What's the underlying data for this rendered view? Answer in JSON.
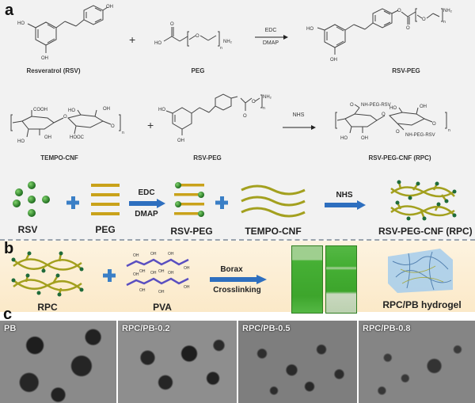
{
  "figure": {
    "panels": {
      "a": {
        "label": "a",
        "reaction1": {
          "reactant1": "Resveratrol (RSV)",
          "plus": "+",
          "reactant2": "PEG",
          "reagent_top": "EDC",
          "reagent_bottom": "DMAP",
          "product": "RSV-PEG",
          "atoms": {
            "oh": "OH",
            "ho": "HO",
            "nh2": "NH₂",
            "o": "O",
            "n": "n"
          }
        },
        "reaction2": {
          "reactant1": "TEMPO-CNF",
          "plus": "+",
          "reactant2": "RSV-PEG",
          "reagent": "NHS",
          "product": "RSV-PEG-CNF (RPC)",
          "atoms": {
            "cooh": "COOH",
            "hooc": "HOOC",
            "oh": "OH",
            "ho": "HO",
            "amide": "NH-PEG-RSV",
            "o": "O",
            "n": "n"
          }
        },
        "schematic": {
          "items": [
            "RSV",
            "PEG",
            "RSV-PEG",
            "TEMPO-CNF",
            "RSV-PEG-CNF (RPC)"
          ],
          "arrow1_top": "EDC",
          "arrow1_bottom": "DMAP",
          "arrow2_top": "NHS"
        }
      },
      "b": {
        "label": "b",
        "items": [
          "RPC",
          "PVA",
          "RPC/PB hydrogel"
        ],
        "arrow_top": "Borax",
        "arrow_bottom": "Crosslinking",
        "pva_oh": "OH"
      },
      "c": {
        "label": "c",
        "sem_images": [
          {
            "label": "PB"
          },
          {
            "label": "RPC/PB-0.2"
          },
          {
            "label": "RPC/PB-0.5"
          },
          {
            "label": "RPC/PB-0.8"
          }
        ]
      }
    },
    "colors": {
      "rsv_green": "#2e8b2e",
      "peg_gold": "#c9a21a",
      "cnf_olive": "#a3a01e",
      "pva_purple": "#5a4fc0",
      "arrow_blue": "#2e6fbf",
      "plus_blue": "#3a7fc6",
      "vial_green": "#3faa2f",
      "hydrogel_blue": "#8ec3ea"
    }
  }
}
